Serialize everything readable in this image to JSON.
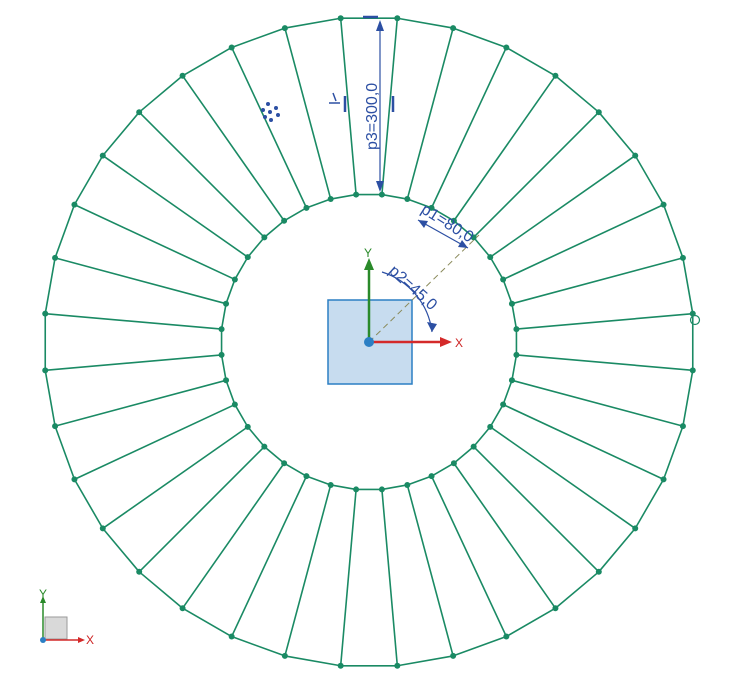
{
  "sketch": {
    "dimensions": {
      "p1": "p1=80,0",
      "p2": "p2=45,0",
      "p3": "p3=300,0"
    },
    "axes": {
      "x_label": "X",
      "y_label": "Y"
    },
    "mini_axes": {
      "x_label": "X",
      "y_label": "Y"
    },
    "segment_count": 36,
    "colors": {
      "geometry": "#1a8a64",
      "dimension": "#2c4fa3",
      "x_axis": "#d42a2a",
      "y_axis": "#2a8a2a",
      "origin_box_fill": "#c7dcef",
      "origin_box_stroke": "#2b7fc4"
    }
  }
}
